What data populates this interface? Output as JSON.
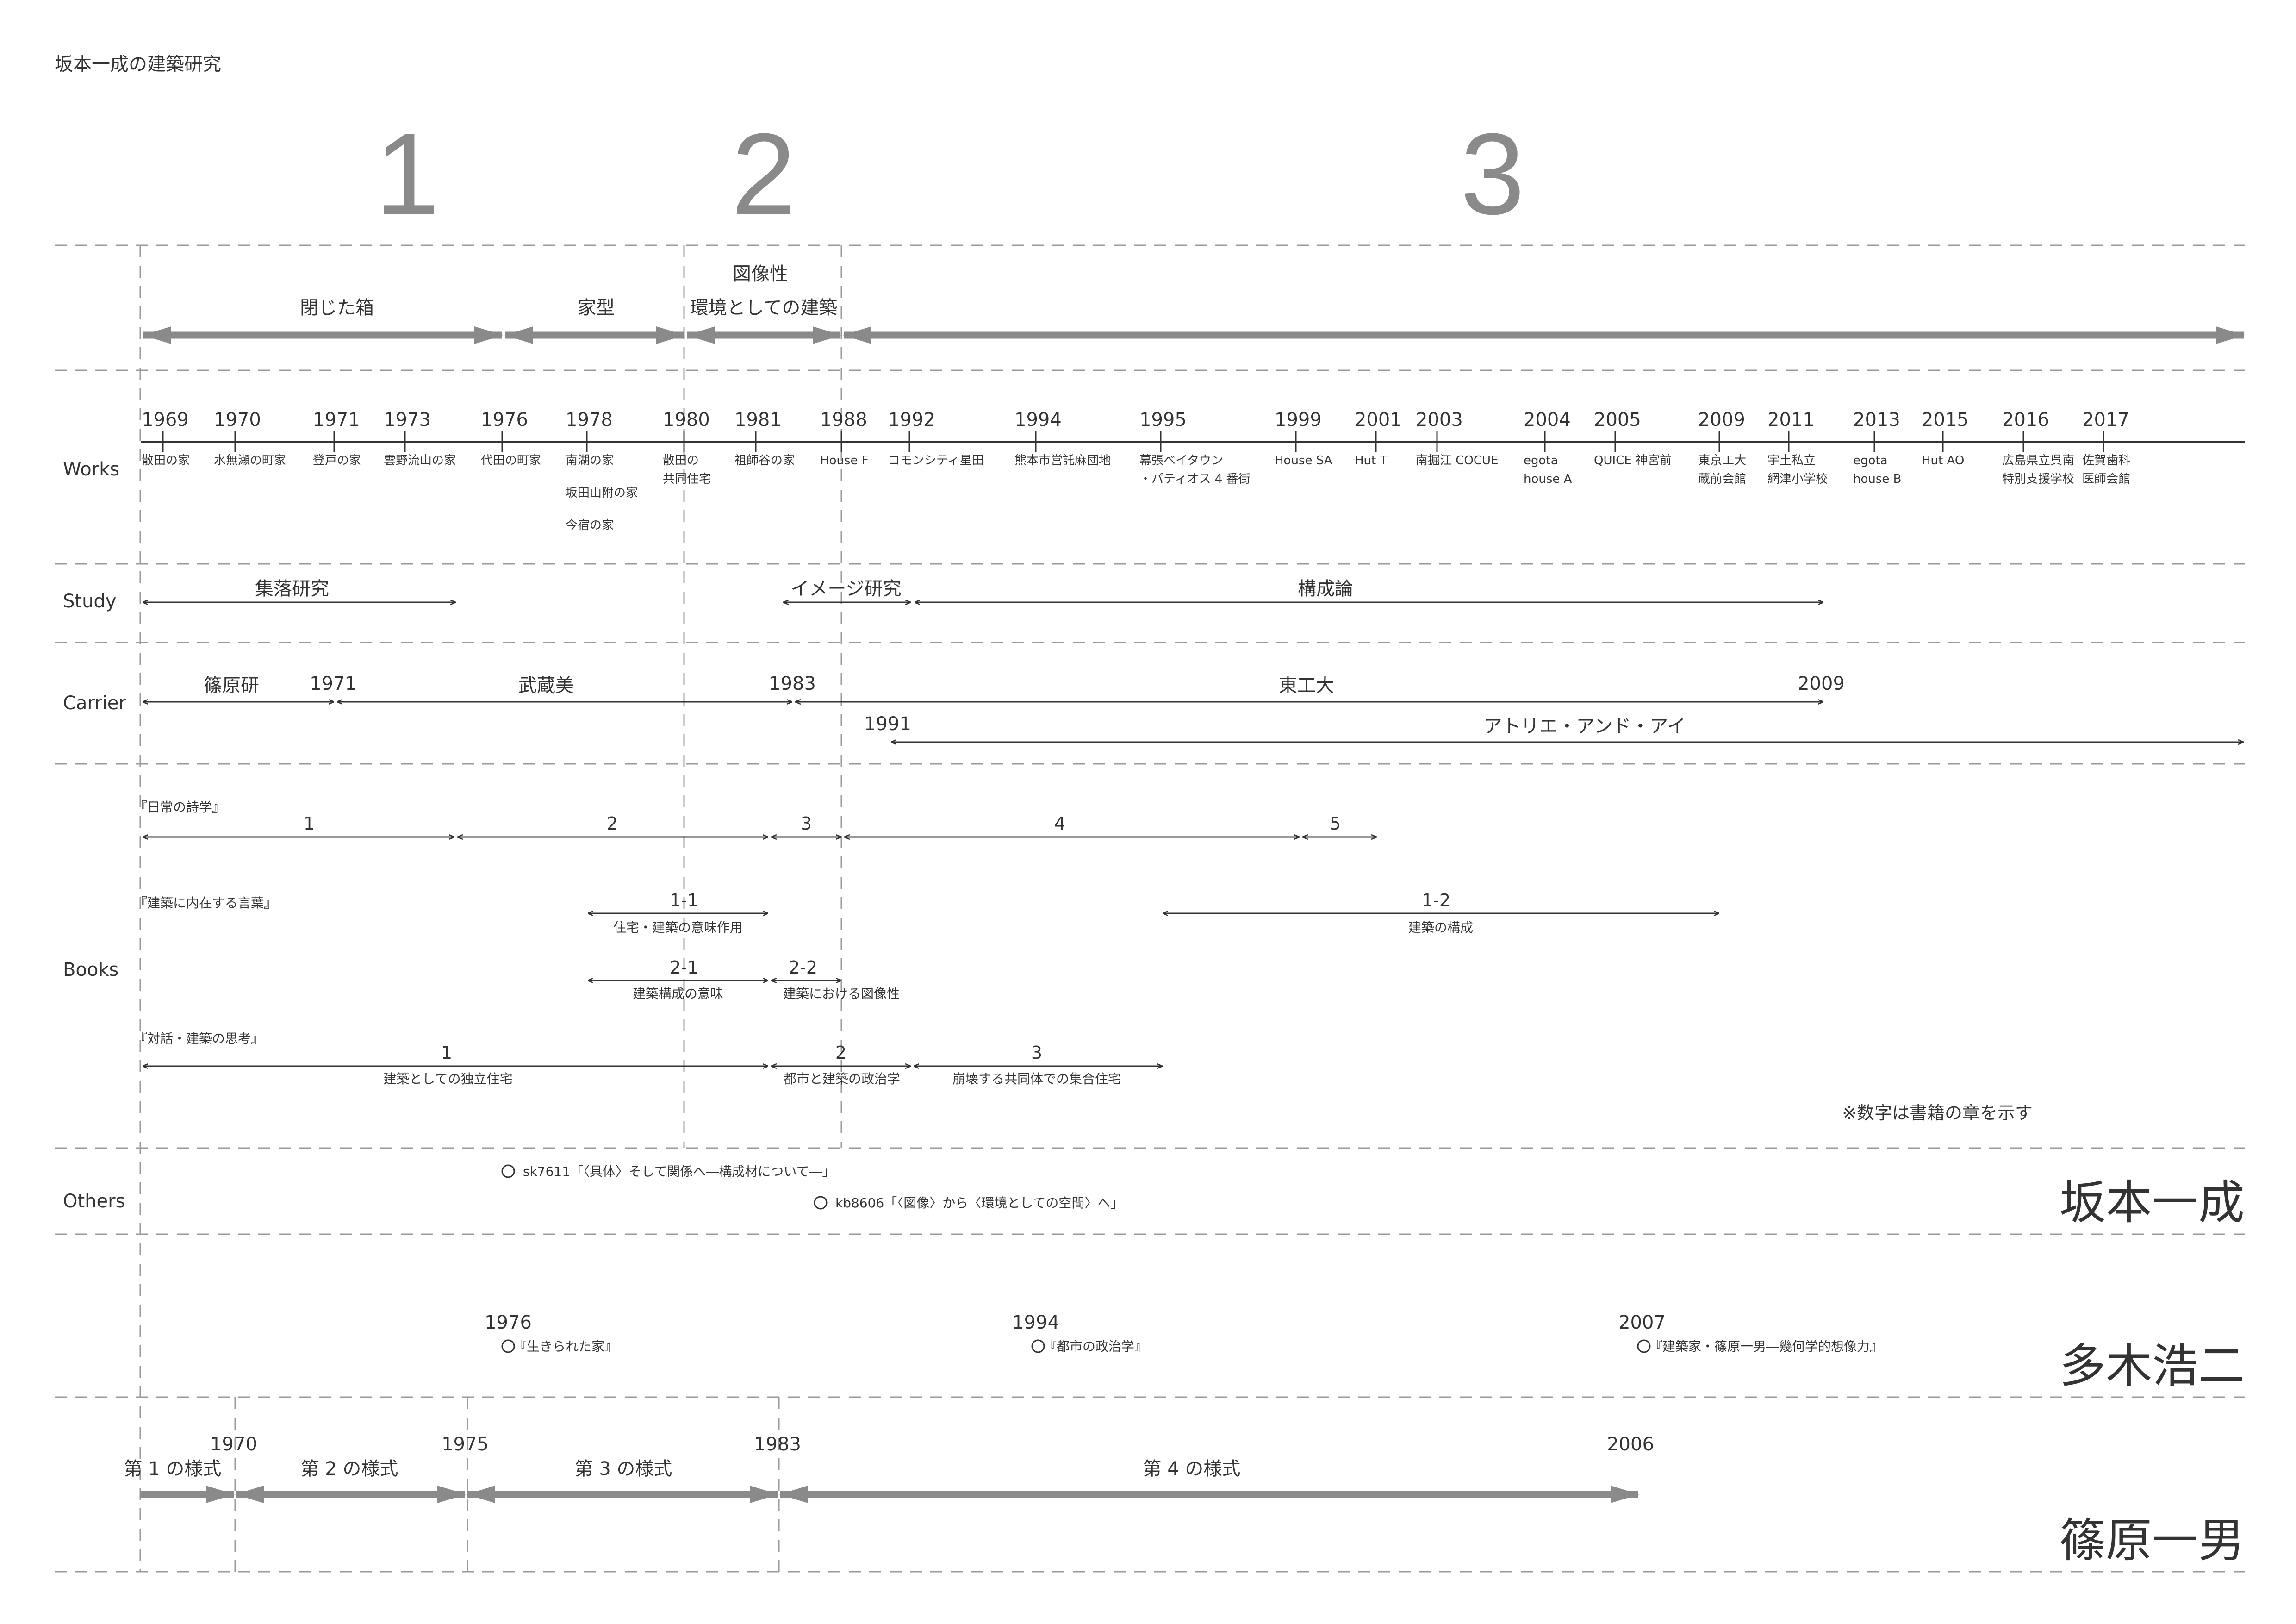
{
  "title": "坂本一成の建築研究",
  "phases": [
    "1",
    "2",
    "3"
  ],
  "sections": {
    "works": "Works",
    "study": "Study",
    "carrier": "Carrier",
    "books": "Books",
    "others": "Others"
  },
  "periods": {
    "label_1": "閉じた箱",
    "label_2": "家型",
    "label_3_top": "図像性",
    "label_3": "環境としての建築"
  },
  "works": [
    {
      "year": "1969",
      "name": [
        "散田の家"
      ]
    },
    {
      "year": "1970",
      "name": [
        "水無瀬の町家"
      ]
    },
    {
      "year": "1971",
      "name": [
        "登戸の家"
      ]
    },
    {
      "year": "1973",
      "name": [
        "雲野流山の家"
      ]
    },
    {
      "year": "1976",
      "name": [
        "代田の町家"
      ]
    },
    {
      "year": "1978",
      "name": [
        "南湖の家",
        "坂田山附の家",
        "今宿の家"
      ]
    },
    {
      "year": "1980",
      "name": [
        "散田の",
        "共同住宅"
      ]
    },
    {
      "year": "1981",
      "name": [
        "祖師谷の家"
      ]
    },
    {
      "year": "1988",
      "name": [
        "House F"
      ]
    },
    {
      "year": "1992",
      "name": [
        "コモンシティ星田"
      ]
    },
    {
      "year": "1994",
      "name": [
        "熊本市営託麻団地"
      ]
    },
    {
      "year": "1995",
      "name": [
        "幕張ベイタウン",
        "・パティオス 4 番街"
      ]
    },
    {
      "year": "1999",
      "name": [
        "House SA"
      ]
    },
    {
      "year": "2001",
      "name": [
        "Hut T"
      ]
    },
    {
      "year": "2003",
      "name": [
        "南掘江 COCUE"
      ]
    },
    {
      "year": "2004",
      "name": [
        "egota",
        "house A"
      ]
    },
    {
      "year": "2005",
      "name": [
        "QUICE 神宮前"
      ]
    },
    {
      "year": "2009",
      "name": [
        "東京工大",
        "蔵前会館"
      ]
    },
    {
      "year": "2011",
      "name": [
        "宇土私立",
        "網津小学校"
      ]
    },
    {
      "year": "2013",
      "name": [
        "egota",
        "house B"
      ]
    },
    {
      "year": "2015",
      "name": [
        "Hut AO"
      ]
    },
    {
      "year": "2016",
      "name": [
        "広島県立呉南",
        "特別支援学校"
      ]
    },
    {
      "year": "2017",
      "name": [
        "佐賀歯科",
        "医師会館"
      ]
    }
  ],
  "study": {
    "s1": "集落研究",
    "s2": "イメージ研究",
    "s3": "構成論"
  },
  "carrier": {
    "c1": "篠原研",
    "y1971": "1971",
    "c2": "武蔵美",
    "y1983": "1983",
    "c3": "東工大",
    "y2009": "2009",
    "y1991": "1991",
    "c4": "アトリエ・アンド・アイ"
  },
  "books": {
    "b1_title": "『日常の詩学』",
    "b1": [
      "1",
      "2",
      "3",
      "4",
      "5"
    ],
    "b2_title": "『建築に内在する言葉』",
    "b2_11": "1-1",
    "b2_11_sub": "住宅・建築の意味作用",
    "b2_12": "1-2",
    "b2_12_sub": "建築の構成",
    "b2_21": "2-1",
    "b2_21_sub": "建築構成の意味",
    "b2_22": "2-2",
    "b2_22_sub": "建築における図像性",
    "b3_title": "『対話・建築の思考』",
    "b3_1": "1",
    "b3_1_sub": "建築としての独立住宅",
    "b3_2": "2",
    "b3_2_sub": "都市と建築の政治学",
    "b3_3": "3",
    "b3_3_sub": "崩壊する共同体での集合住宅",
    "note": "※数字は書籍の章を示す"
  },
  "others": {
    "o1": "sk7611「〈具体〉そして関係へ―構成材について―」",
    "o2": "kb8606「〈図像〉から〈環境としての空間〉へ」"
  },
  "names": {
    "sakamoto": "坂本一成",
    "taki": "多木浩二",
    "shinohara": "篠原一男"
  },
  "taki": [
    {
      "year": "1976",
      "text": "『生きられた家』"
    },
    {
      "year": "1994",
      "text": "『都市の政治学』"
    },
    {
      "year": "2007",
      "text": "『建築家・篠原一男―幾何学的想像力』"
    }
  ],
  "shinohara": {
    "years": [
      "1970",
      "1975",
      "1983",
      "2006"
    ],
    "styles": [
      "第 1 の様式",
      "第 2 の様式",
      "第 3 の様式",
      "第 4 の様式"
    ]
  },
  "colors": {
    "line": "#333333",
    "thick_arrow": "#8a8a8a",
    "dash": "#9a9a9a",
    "phase_number": "#8a8a8a"
  }
}
